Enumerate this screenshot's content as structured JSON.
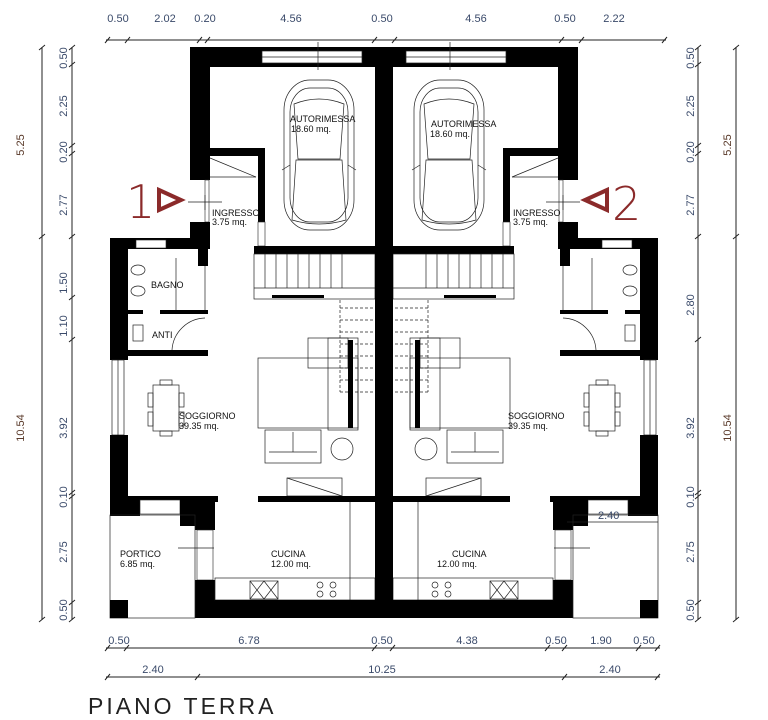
{
  "title": "PIANO TERRA",
  "section_markers": [
    "1",
    "2"
  ],
  "dimensions": {
    "top": [
      "0.50",
      "2.02",
      "0.20",
      "4.56",
      "0.50",
      "4.56",
      "0.50",
      "2.22"
    ],
    "left_inner": [
      "0.50",
      "2.25",
      "0.20",
      "2.77",
      "1.50",
      "1.10",
      "3.92",
      "0.10",
      "2.75",
      "0.50"
    ],
    "left_outer": [
      "5.25",
      "10.54"
    ],
    "right_inner": [
      "0.50",
      "2.25",
      "0.20",
      "2.77",
      "2.80",
      "3.92",
      "0.10",
      "2.75",
      "0.50"
    ],
    "right_outer": [
      "5.25",
      "10.54"
    ],
    "bottom_1": [
      "0.50",
      "6.78",
      "0.50",
      "4.38",
      "0.50",
      "1.90",
      "0.50"
    ],
    "bottom_2": [
      "2.40",
      "10.25",
      "2.40"
    ],
    "portico_right": "2.40"
  },
  "rooms": {
    "left": {
      "garage": {
        "name": "AUTORIMESSA",
        "area": "18.60 mq."
      },
      "ingresso": {
        "name": "INGRESSO",
        "area": "3.75 mq."
      },
      "bagno": {
        "name": "BAGNO"
      },
      "anti": {
        "name": "ANTI"
      },
      "soggiorno": {
        "name": "SOGGIORNO",
        "area": "39.35 mq."
      },
      "cucina": {
        "name": "CUCINA",
        "area": "12.00 mq."
      },
      "portico": {
        "name": "PORTICO",
        "area": "6.85 mq."
      }
    },
    "right": {
      "garage": {
        "name": "AUTORIMESSA",
        "area": "18.60 mq."
      },
      "ingresso": {
        "name": "INGRESSO",
        "area": "3.75 mq."
      },
      "soggiorno": {
        "name": "SOGGIORNO",
        "area": "39.35 mq."
      },
      "cucina": {
        "name": "CUCINA",
        "area": "12.00 mq."
      }
    }
  },
  "colors": {
    "walls": "#000000",
    "section_marker": "#8b2a2a",
    "dimension_text": "#3a4a6a"
  }
}
